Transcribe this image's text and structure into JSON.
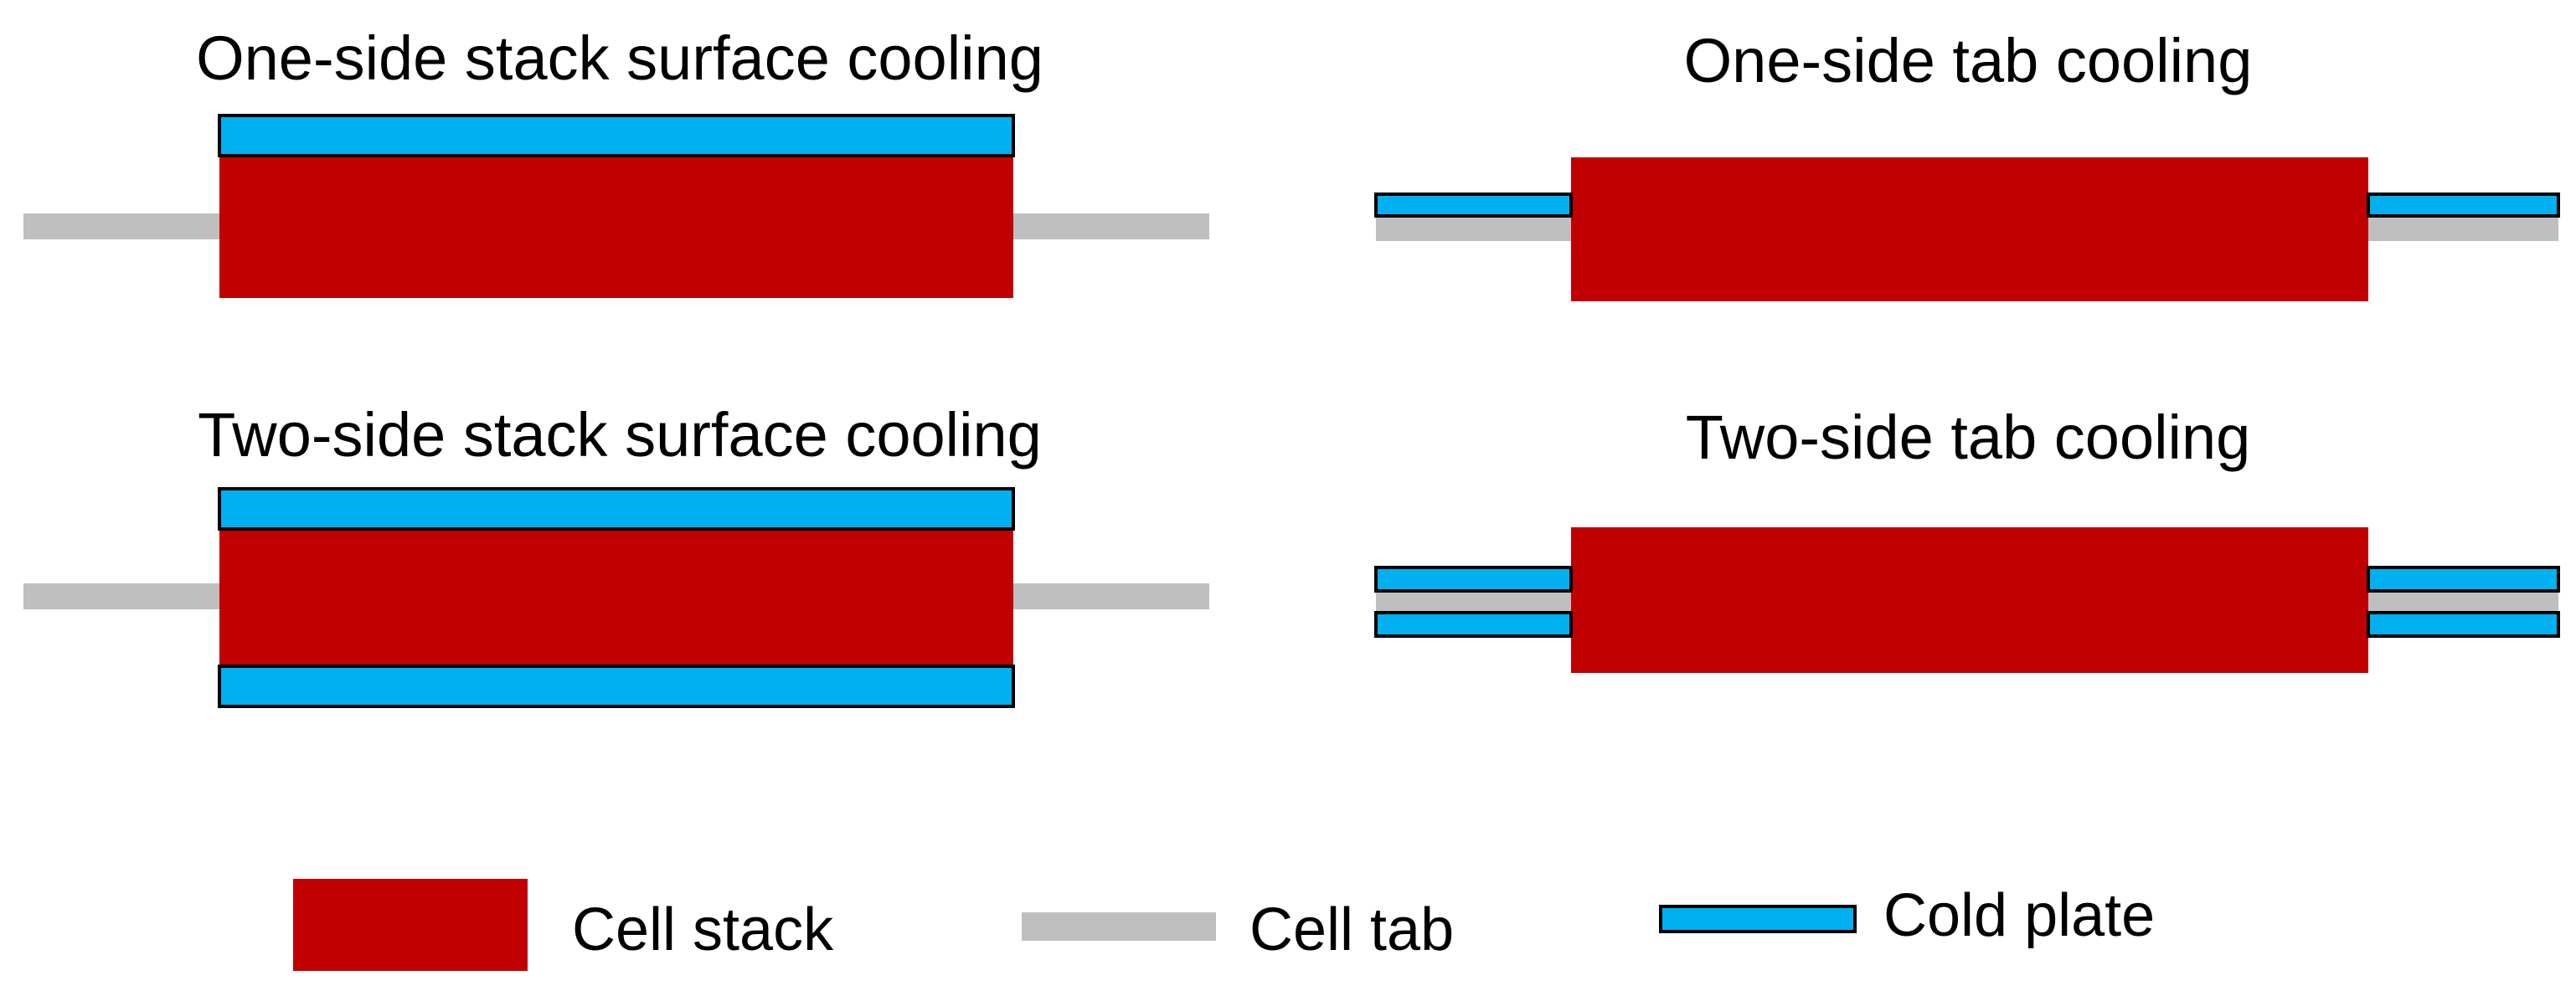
{
  "panels": {
    "one_side_stack": {
      "title": "One-side stack surface cooling"
    },
    "two_side_stack": {
      "title": "Two-side stack surface cooling"
    },
    "one_side_tab": {
      "title": "One-side tab cooling"
    },
    "two_side_tab": {
      "title": "Two-side tab cooling"
    }
  },
  "legend": {
    "cell_stack": "Cell stack",
    "cell_tab": "Cell tab",
    "cold_plate": "Cold plate"
  },
  "colors": {
    "cell_stack": "#C00000",
    "cell_tab": "#BFBFBF",
    "cold_plate": "#00B0F0",
    "outline": "#000000"
  }
}
